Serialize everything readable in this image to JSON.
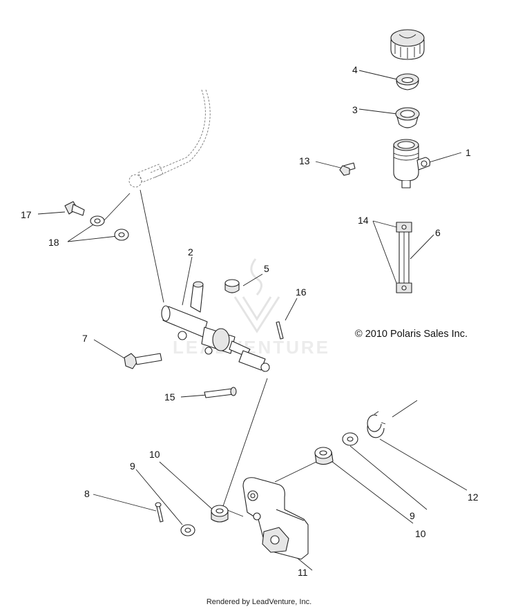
{
  "callouts": {
    "c1": "1",
    "c2": "2",
    "c3": "3",
    "c4": "4",
    "c5": "5",
    "c6": "6",
    "c7": "7",
    "c8": "8",
    "c9a": "9",
    "c9b": "9",
    "c10a": "10",
    "c10b": "10",
    "c11": "11",
    "c12": "12",
    "c13": "13",
    "c14": "14",
    "c15": "15",
    "c16": "16",
    "c17": "17",
    "c18": "18"
  },
  "copyright": "© 2010 Polaris Sales Inc.",
  "watermark": "LEADVENTURE",
  "footer": "Rendered by LeadVenture, Inc."
}
